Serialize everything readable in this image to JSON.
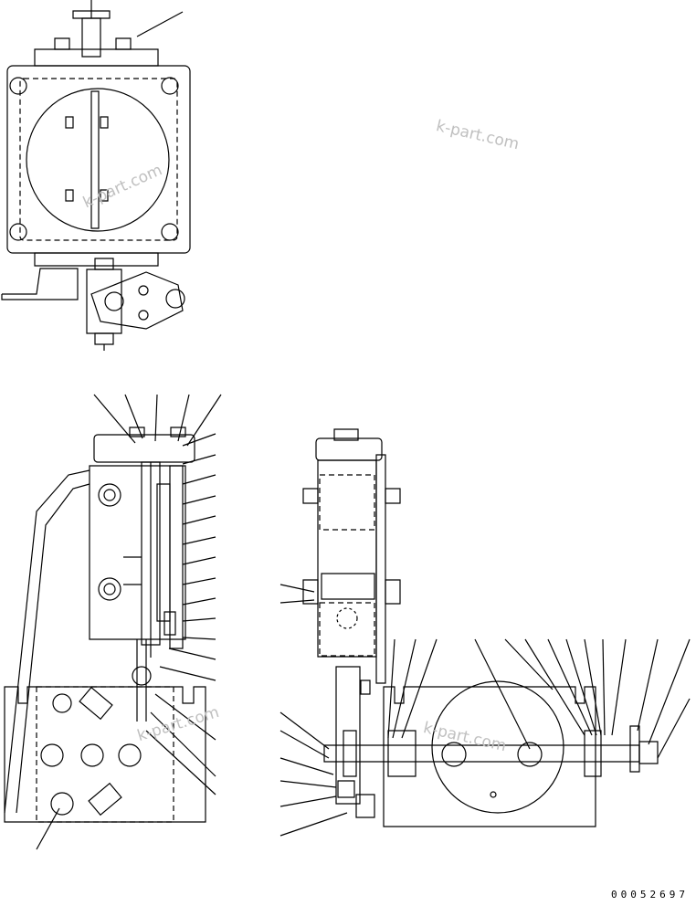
{
  "watermarks": [
    "k-part.com",
    "k-part.com",
    "k-part.com",
    "k-part.com"
  ],
  "document_number": "00052697",
  "colors": {
    "line": "#000000",
    "background": "#ffffff",
    "watermark": "#c0c0c0"
  }
}
